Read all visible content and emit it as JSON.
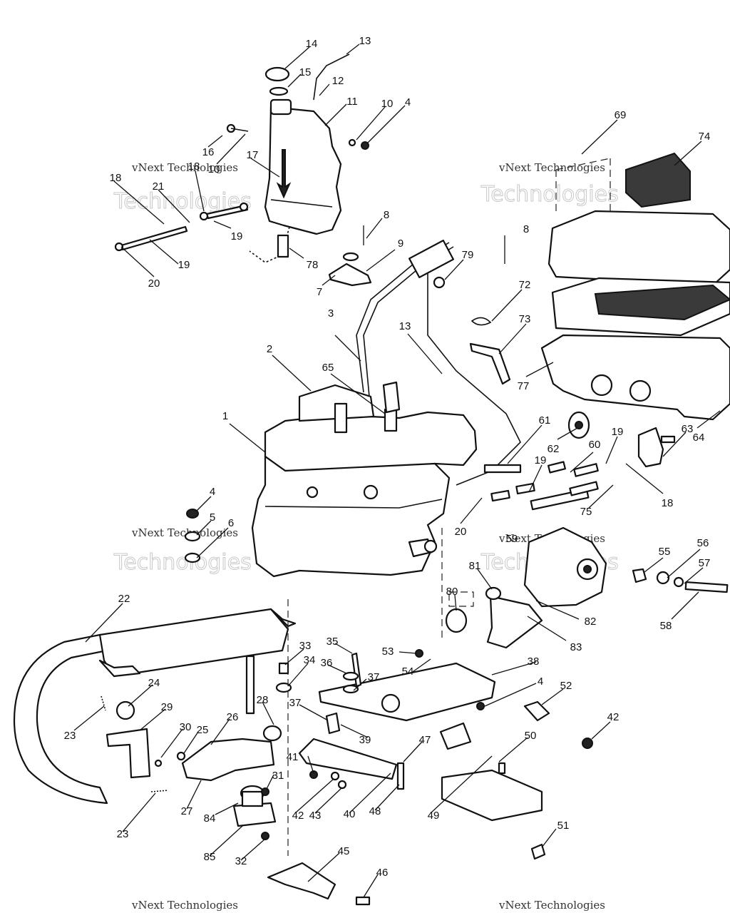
{
  "watermark": {
    "line1": "vNext",
    "line2": "Technologies",
    "combined": "vNext Technologies"
  },
  "callouts": [
    {
      "id": "c14",
      "n": "14"
    },
    {
      "id": "c13a",
      "n": "13"
    },
    {
      "id": "c15",
      "n": "15"
    },
    {
      "id": "c12",
      "n": "12"
    },
    {
      "id": "c11",
      "n": "11"
    },
    {
      "id": "c10a",
      "n": "10"
    },
    {
      "id": "c4a",
      "n": "4"
    },
    {
      "id": "c16",
      "n": "16"
    },
    {
      "id": "c10b",
      "n": "10"
    },
    {
      "id": "c17",
      "n": "17"
    },
    {
      "id": "c18a",
      "n": "18"
    },
    {
      "id": "c18b",
      "n": "18"
    },
    {
      "id": "c21",
      "n": "21"
    },
    {
      "id": "c19a",
      "n": "19"
    },
    {
      "id": "c19b",
      "n": "19"
    },
    {
      "id": "c20a",
      "n": "20"
    },
    {
      "id": "c78",
      "n": "78"
    },
    {
      "id": "c8a",
      "n": "8"
    },
    {
      "id": "c9",
      "n": "9"
    },
    {
      "id": "c7",
      "n": "7"
    },
    {
      "id": "c69",
      "n": "69"
    },
    {
      "id": "c74",
      "n": "74"
    },
    {
      "id": "c8b",
      "n": "8"
    },
    {
      "id": "c79",
      "n": "79"
    },
    {
      "id": "c72",
      "n": "72"
    },
    {
      "id": "c73",
      "n": "73"
    },
    {
      "id": "c77",
      "n": "77"
    },
    {
      "id": "c3",
      "n": "3"
    },
    {
      "id": "c13b",
      "n": "13"
    },
    {
      "id": "c2",
      "n": "2"
    },
    {
      "id": "c65",
      "n": "65"
    },
    {
      "id": "c1",
      "n": "1"
    },
    {
      "id": "c61",
      "n": "61"
    },
    {
      "id": "c62",
      "n": "62"
    },
    {
      "id": "c60",
      "n": "60"
    },
    {
      "id": "c19c",
      "n": "19"
    },
    {
      "id": "c19d",
      "n": "19"
    },
    {
      "id": "c63",
      "n": "63"
    },
    {
      "id": "c64",
      "n": "64"
    },
    {
      "id": "c18c",
      "n": "18"
    },
    {
      "id": "c75",
      "n": "75"
    },
    {
      "id": "c20b",
      "n": "20"
    },
    {
      "id": "c4b",
      "n": "4"
    },
    {
      "id": "c5",
      "n": "5"
    },
    {
      "id": "c6",
      "n": "6"
    },
    {
      "id": "c59",
      "n": "59"
    },
    {
      "id": "c55",
      "n": "55"
    },
    {
      "id": "c56",
      "n": "56"
    },
    {
      "id": "c57",
      "n": "57"
    },
    {
      "id": "c58",
      "n": "58"
    },
    {
      "id": "c81",
      "n": "81"
    },
    {
      "id": "c80",
      "n": "80"
    },
    {
      "id": "c82",
      "n": "82"
    },
    {
      "id": "c83",
      "n": "83"
    },
    {
      "id": "c22",
      "n": "22"
    },
    {
      "id": "c33",
      "n": "33"
    },
    {
      "id": "c35",
      "n": "35"
    },
    {
      "id": "c53",
      "n": "53"
    },
    {
      "id": "c34",
      "n": "34"
    },
    {
      "id": "c36",
      "n": "36"
    },
    {
      "id": "c37a",
      "n": "37"
    },
    {
      "id": "c54",
      "n": "54"
    },
    {
      "id": "c38",
      "n": "38"
    },
    {
      "id": "c24",
      "n": "24"
    },
    {
      "id": "c4c",
      "n": "4"
    },
    {
      "id": "c52",
      "n": "52"
    },
    {
      "id": "c29",
      "n": "29"
    },
    {
      "id": "c28",
      "n": "28"
    },
    {
      "id": "c37b",
      "n": "37"
    },
    {
      "id": "c23a",
      "n": "23"
    },
    {
      "id": "c30",
      "n": "30"
    },
    {
      "id": "c25",
      "n": "25"
    },
    {
      "id": "c26",
      "n": "26"
    },
    {
      "id": "c42a",
      "n": "42"
    },
    {
      "id": "c39",
      "n": "39"
    },
    {
      "id": "c47",
      "n": "47"
    },
    {
      "id": "c50",
      "n": "50"
    },
    {
      "id": "c41",
      "n": "41"
    },
    {
      "id": "c31",
      "n": "31"
    },
    {
      "id": "c27",
      "n": "27"
    },
    {
      "id": "c84",
      "n": "84"
    },
    {
      "id": "c42b",
      "n": "42"
    },
    {
      "id": "c43",
      "n": "43"
    },
    {
      "id": "c40",
      "n": "40"
    },
    {
      "id": "c48",
      "n": "48"
    },
    {
      "id": "c49",
      "n": "49"
    },
    {
      "id": "c23b",
      "n": "23"
    },
    {
      "id": "c85",
      "n": "85"
    },
    {
      "id": "c32",
      "n": "32"
    },
    {
      "id": "c51",
      "n": "51"
    },
    {
      "id": "c45",
      "n": "45"
    },
    {
      "id": "c46",
      "n": "46"
    }
  ]
}
